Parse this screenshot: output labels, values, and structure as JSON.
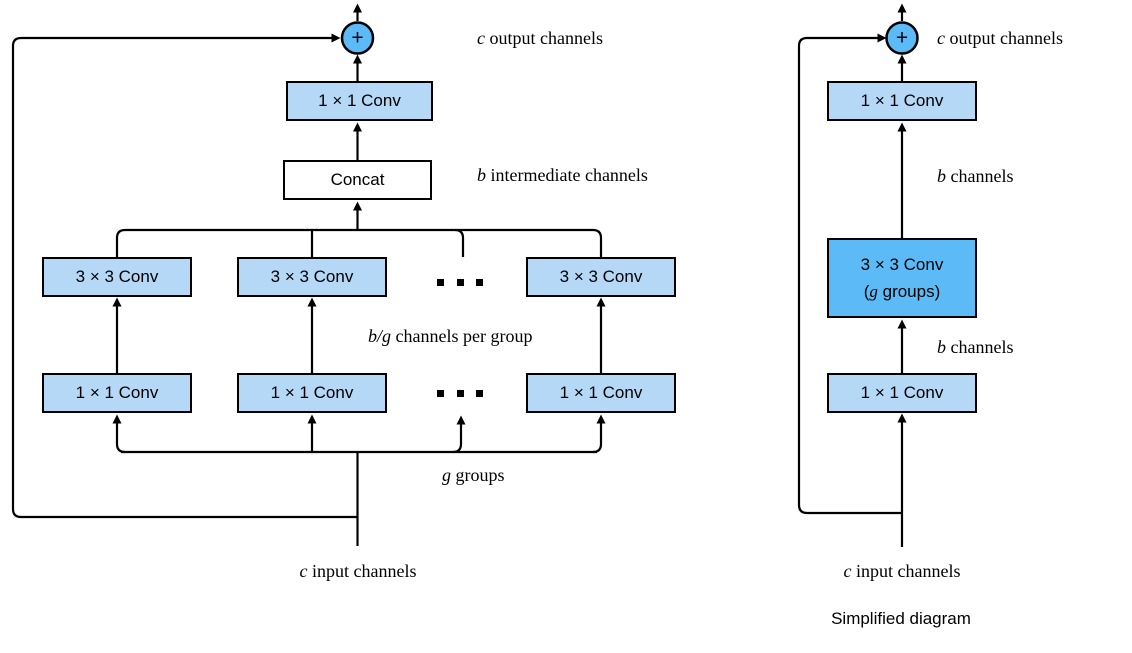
{
  "colors": {
    "box_light_blue": "#B5D8F6",
    "box_dark_blue": "#5CBBF7",
    "line_black": "#000000"
  },
  "operators": {
    "plus": "+"
  },
  "left_diagram": {
    "output_channels": {
      "var": "c",
      "rest": " output channels"
    },
    "top_conv": "1 × 1 Conv",
    "concat": "Concat",
    "intermediate_channels": {
      "var": "b",
      "rest": " intermediate channels"
    },
    "branch_conv3x3": "3 × 3 Conv",
    "branch_conv1x1": "1 × 1 Conv",
    "per_group_channels": {
      "var": "b/g",
      "rest": " channels per group"
    },
    "groups": {
      "var": "g",
      "rest": " groups"
    },
    "input_channels": {
      "var": "c",
      "rest": " input channels"
    }
  },
  "right_diagram": {
    "output_channels": {
      "var": "c",
      "rest": " output channels"
    },
    "top_conv": "1 × 1 Conv",
    "b_channels_top": {
      "var": "b",
      "rest": " channels"
    },
    "grouped_conv_line1": "3 × 3 Conv",
    "grouped_conv_line2": {
      "pre": "(",
      "var": "g",
      "rest": " groups)"
    },
    "b_channels_bottom": {
      "var": "b",
      "rest": " channels"
    },
    "bottom_conv": "1 × 1 Conv",
    "input_channels": {
      "var": "c",
      "rest": " input channels"
    },
    "caption": "Simplified diagram"
  }
}
